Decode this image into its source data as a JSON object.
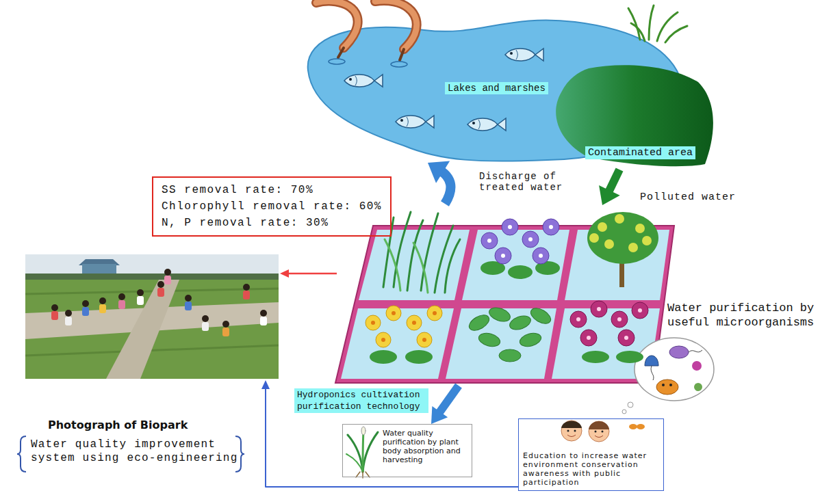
{
  "diagram": {
    "nodes": [
      {
        "text": [
          "Lakes and marshes"
        ]
      },
      {
        "text": [
          "Contaminated area"
        ]
      },
      {
        "text": [
          "SS removal rate: 70%",
          "Chlorophyll removal rate: 60%",
          "N, P removal rate: 30%"
        ]
      },
      {
        "text": [
          "Hydroponics cultivation purification technology"
        ]
      },
      {
        "text": [
          "Water quality purification by plant body absorption and harvesting"
        ]
      },
      {
        "text": [
          "Education to increase water environment conservation awareness with public participation"
        ]
      },
      {
        "text": [
          "Photograph of Biopark",
          "Water quality improvement system using eco-engineering"
        ]
      },
      {
        "text": [
          "Water purification by useful microorganisms"
        ]
      }
    ],
    "edges": [
      {
        "from": 1,
        "to": 3,
        "label": "Polluted water",
        "arrow": "to"
      },
      {
        "from": 3,
        "to": 0,
        "label": "Discharge of treated water",
        "arrow": "to"
      },
      {
        "from": 3,
        "to": 6,
        "arrow": "to"
      },
      {
        "from": 3,
        "to": 4,
        "arrow": "to"
      },
      {
        "from": 5,
        "to": 6,
        "arrow": "to"
      }
    ]
  }
}
